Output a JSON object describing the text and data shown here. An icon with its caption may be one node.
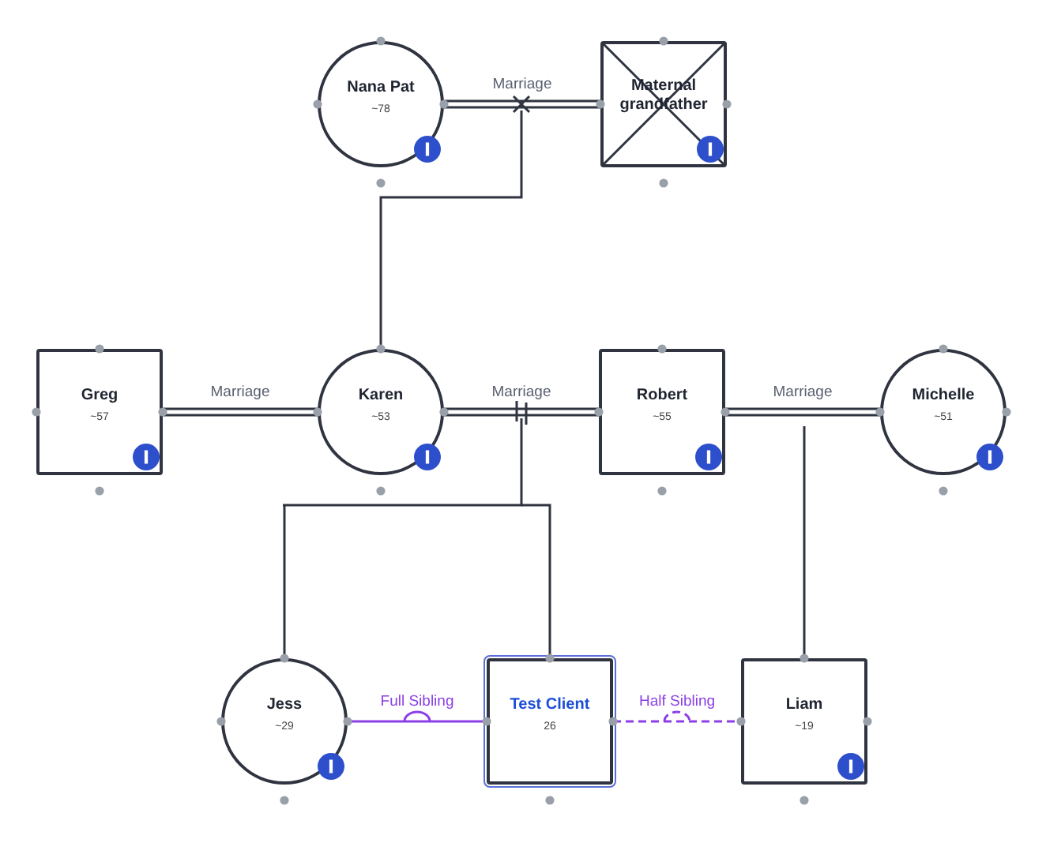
{
  "diagram": {
    "nodes": [
      {
        "text": [
          "Nana Pat",
          "~78"
        ]
      },
      {
        "text": [
          "Maternal grandfather"
        ]
      },
      {
        "text": [
          "Greg",
          "~57"
        ]
      },
      {
        "text": [
          "Karen",
          "~53"
        ]
      },
      {
        "text": [
          "Robert",
          "~55"
        ]
      },
      {
        "text": [
          "Michelle",
          "~51"
        ]
      },
      {
        "text": [
          "Jess",
          "~29"
        ]
      },
      {
        "text": [
          "Test Client",
          "26"
        ]
      },
      {
        "text": [
          "Liam",
          "~19"
        ]
      }
    ],
    "edges": [
      {
        "from": 0,
        "to": 1,
        "arrow": "none",
        "label": "Marriage"
      },
      {
        "from": null,
        "to": 3,
        "arrow": "none"
      },
      {
        "from": 2,
        "to": 3,
        "arrow": "none",
        "label": "Marriage"
      },
      {
        "from": 3,
        "to": 4,
        "arrow": "none",
        "label": "Marriage"
      },
      {
        "from": 4,
        "to": 5,
        "arrow": "none",
        "label": "Marriage"
      },
      {
        "from": null,
        "to": 6,
        "arrow": "none"
      },
      {
        "from": null,
        "to": 7,
        "arrow": "none"
      },
      {
        "from": null,
        "to": 8,
        "arrow": "none"
      },
      {
        "from": 6,
        "to": 7,
        "arrow": "none",
        "label": "Full Sibling",
        "color": "#8b3fe6"
      },
      {
        "from": 7,
        "to": 8,
        "arrow": "none",
        "label": "Half Sibling",
        "style": "dashed",
        "color": "#8b3fe6"
      }
    ]
  }
}
